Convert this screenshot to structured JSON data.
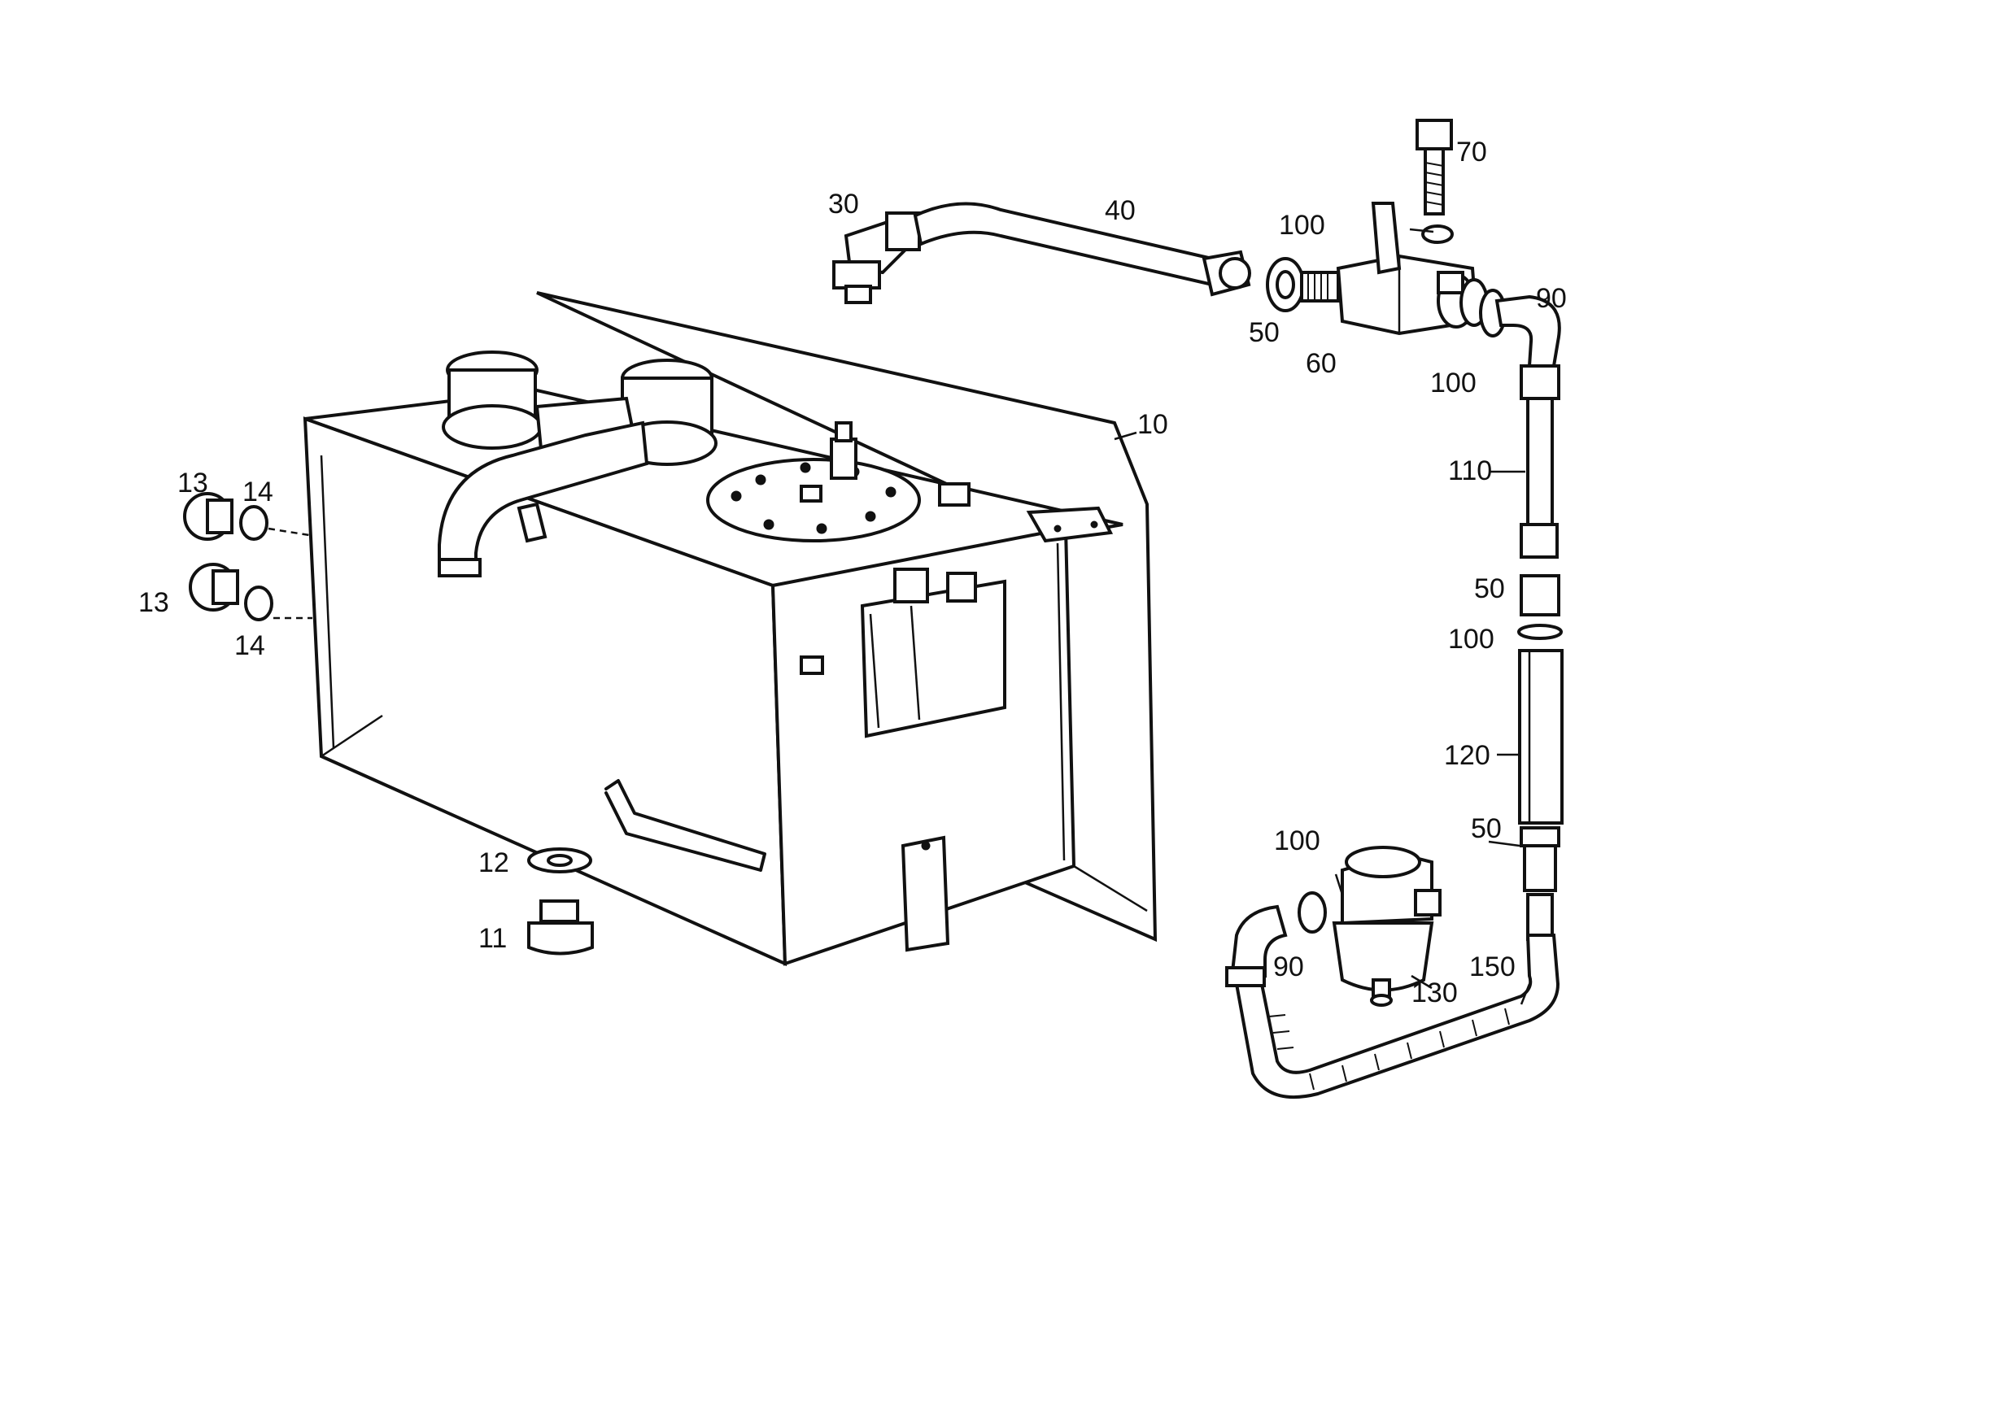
{
  "labels": {
    "p10": "10",
    "p11": "11",
    "p12": "12",
    "p13a": "13",
    "p13b": "13",
    "p14a": "14",
    "p14b": "14",
    "p30": "30",
    "p40": "40",
    "p50a": "50",
    "p50b": "50",
    "p50c": "50",
    "p60": "60",
    "p70": "70",
    "p90a": "90",
    "p90b": "90",
    "p100a": "100",
    "p100b": "100",
    "p100c": "100",
    "p100d": "100",
    "p110": "110",
    "p120": "120",
    "p130": "130",
    "p150": "150"
  },
  "colors": {
    "ink": "#111111",
    "paper": "#ffffff"
  }
}
